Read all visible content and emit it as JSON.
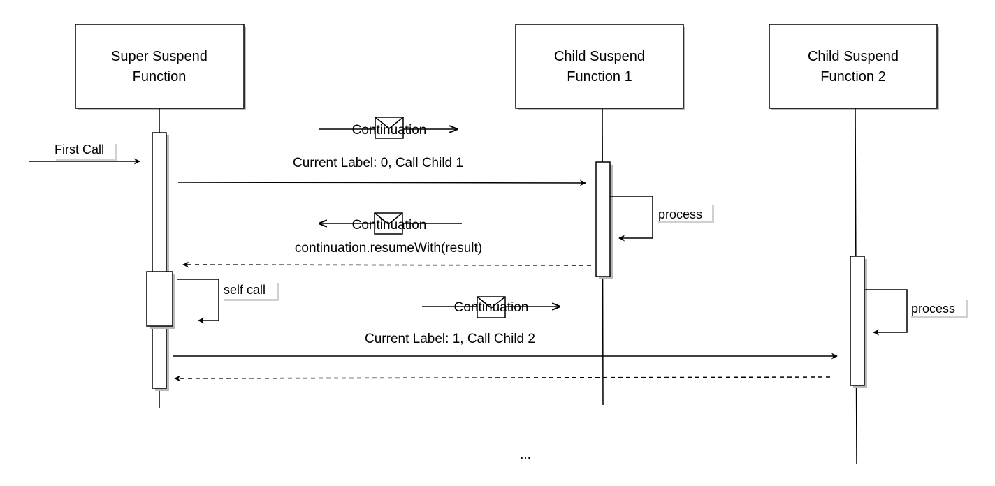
{
  "participants": {
    "super": {
      "line1": "Super Suspend",
      "line2": "Function"
    },
    "child1": {
      "line1": "Child Suspend",
      "line2": "Function 1"
    },
    "child2": {
      "line1": "Child Suspend",
      "line2": "Function 2"
    }
  },
  "messages": {
    "first_call": "First Call",
    "call_child_1": "Current Label: 0, Call Child 1",
    "process_1": "process",
    "resume_with": "continuation.resumeWith(result)",
    "self_call": "self call",
    "call_child_2": "Current Label: 1, Call Child 2",
    "process_2": "process"
  },
  "continuations": {
    "c1": "Continuation",
    "c2": "Continuation",
    "c3": "Continuation"
  },
  "footer": {
    "ellipsis": "..."
  }
}
